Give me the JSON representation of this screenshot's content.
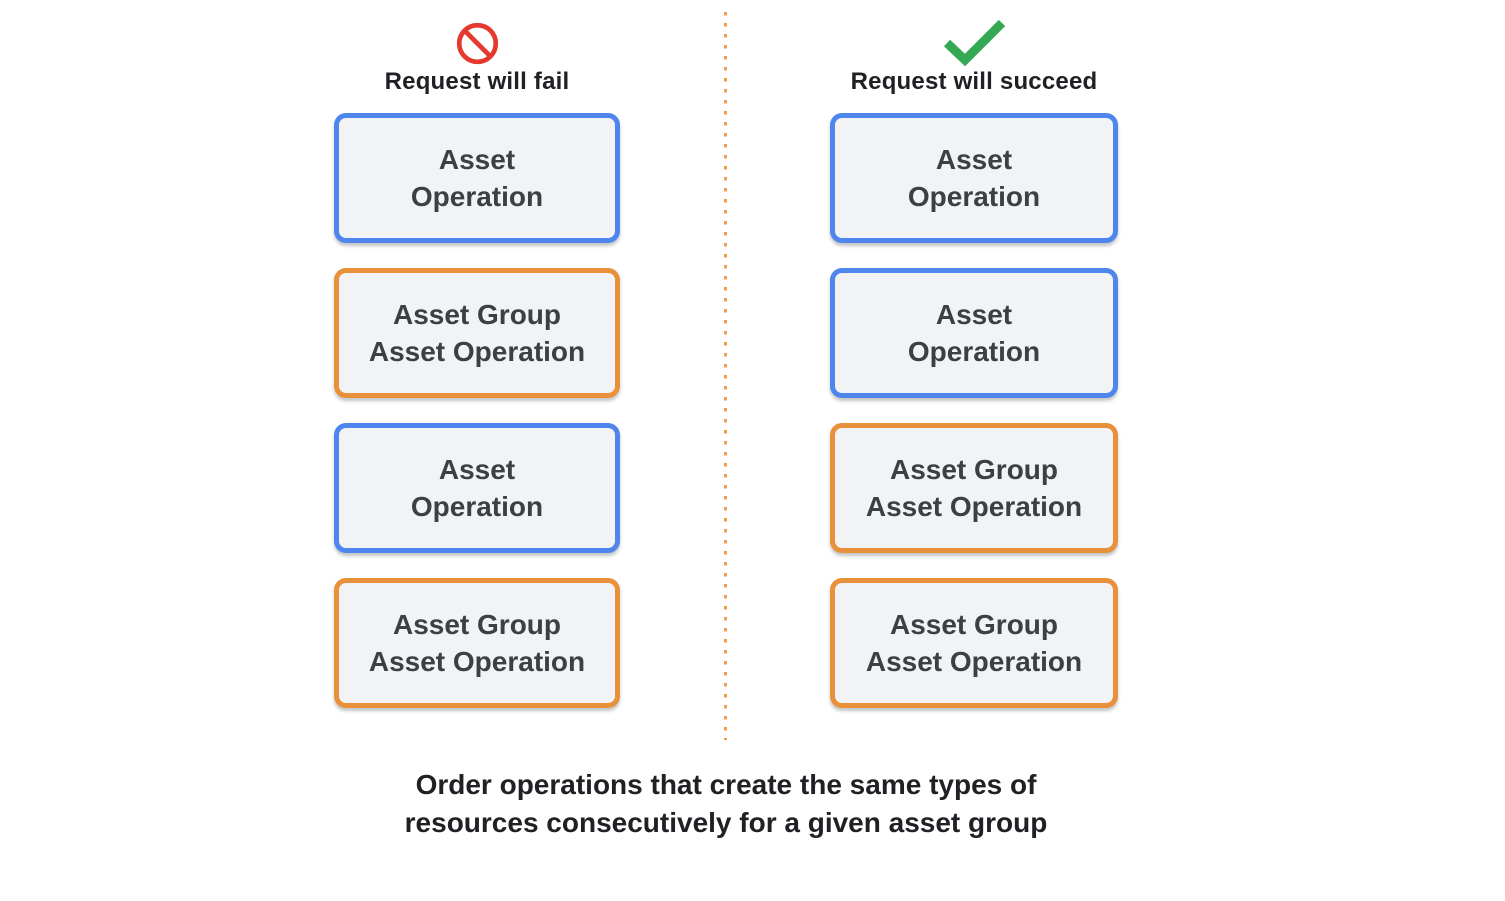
{
  "colors": {
    "blue_border": "#4f86ee",
    "orange_border": "#e8903a",
    "box_fill": "#f1f3f4",
    "box_text": "#3c4043",
    "heading_text": "#202124",
    "fail_icon_red": "#e5382f",
    "success_icon_green": "#34a853",
    "divider_orange": "#f09d4a"
  },
  "fail_column": {
    "icon": "prohibition-icon",
    "header": "Request will fail",
    "boxes": [
      {
        "variant": "blue",
        "lines": [
          "Asset",
          "Operation"
        ]
      },
      {
        "variant": "orange",
        "lines": [
          "Asset Group",
          "Asset Operation"
        ]
      },
      {
        "variant": "blue",
        "lines": [
          "Asset",
          "Operation"
        ]
      },
      {
        "variant": "orange",
        "lines": [
          "Asset Group",
          "Asset Operation"
        ]
      }
    ]
  },
  "success_column": {
    "icon": "checkmark-icon",
    "header": "Request will succeed",
    "boxes": [
      {
        "variant": "blue",
        "lines": [
          "Asset",
          "Operation"
        ]
      },
      {
        "variant": "blue",
        "lines": [
          "Asset",
          "Operation"
        ]
      },
      {
        "variant": "orange",
        "lines": [
          "Asset Group",
          "Asset Operation"
        ]
      },
      {
        "variant": "orange",
        "lines": [
          "Asset Group",
          "Asset Operation"
        ]
      }
    ]
  },
  "caption": {
    "line1": "Order operations that create the same types of",
    "line2": "resources consecutively for a given asset group"
  }
}
